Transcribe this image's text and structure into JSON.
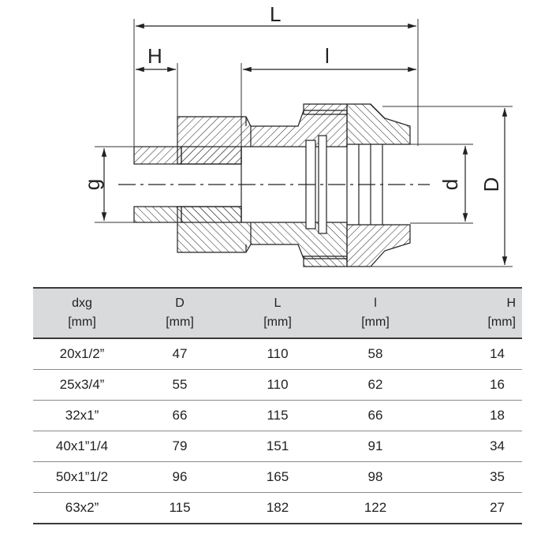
{
  "drawing": {
    "dimension_labels": {
      "L": "L",
      "H": "H",
      "l": "l",
      "g": "g",
      "d": "d",
      "D": "D"
    }
  },
  "table": {
    "columns": [
      {
        "name": "dxg",
        "unit": "[mm]"
      },
      {
        "name": "D",
        "unit": "[mm]"
      },
      {
        "name": "L",
        "unit": "[mm]"
      },
      {
        "name": "l",
        "unit": "[mm]"
      },
      {
        "name": "H",
        "unit": "[mm]"
      }
    ],
    "rows": [
      [
        "20x1/2”",
        "47",
        "110",
        "58",
        "14"
      ],
      [
        "25x3/4”",
        "55",
        "110",
        "62",
        "16"
      ],
      [
        "32x1”",
        "66",
        "115",
        "66",
        "18"
      ],
      [
        "40x1”1/4",
        "79",
        "151",
        "91",
        "34"
      ],
      [
        "50x1”1/2",
        "96",
        "165",
        "98",
        "35"
      ],
      [
        "63x2”",
        "115",
        "182",
        "122",
        "27"
      ]
    ]
  }
}
